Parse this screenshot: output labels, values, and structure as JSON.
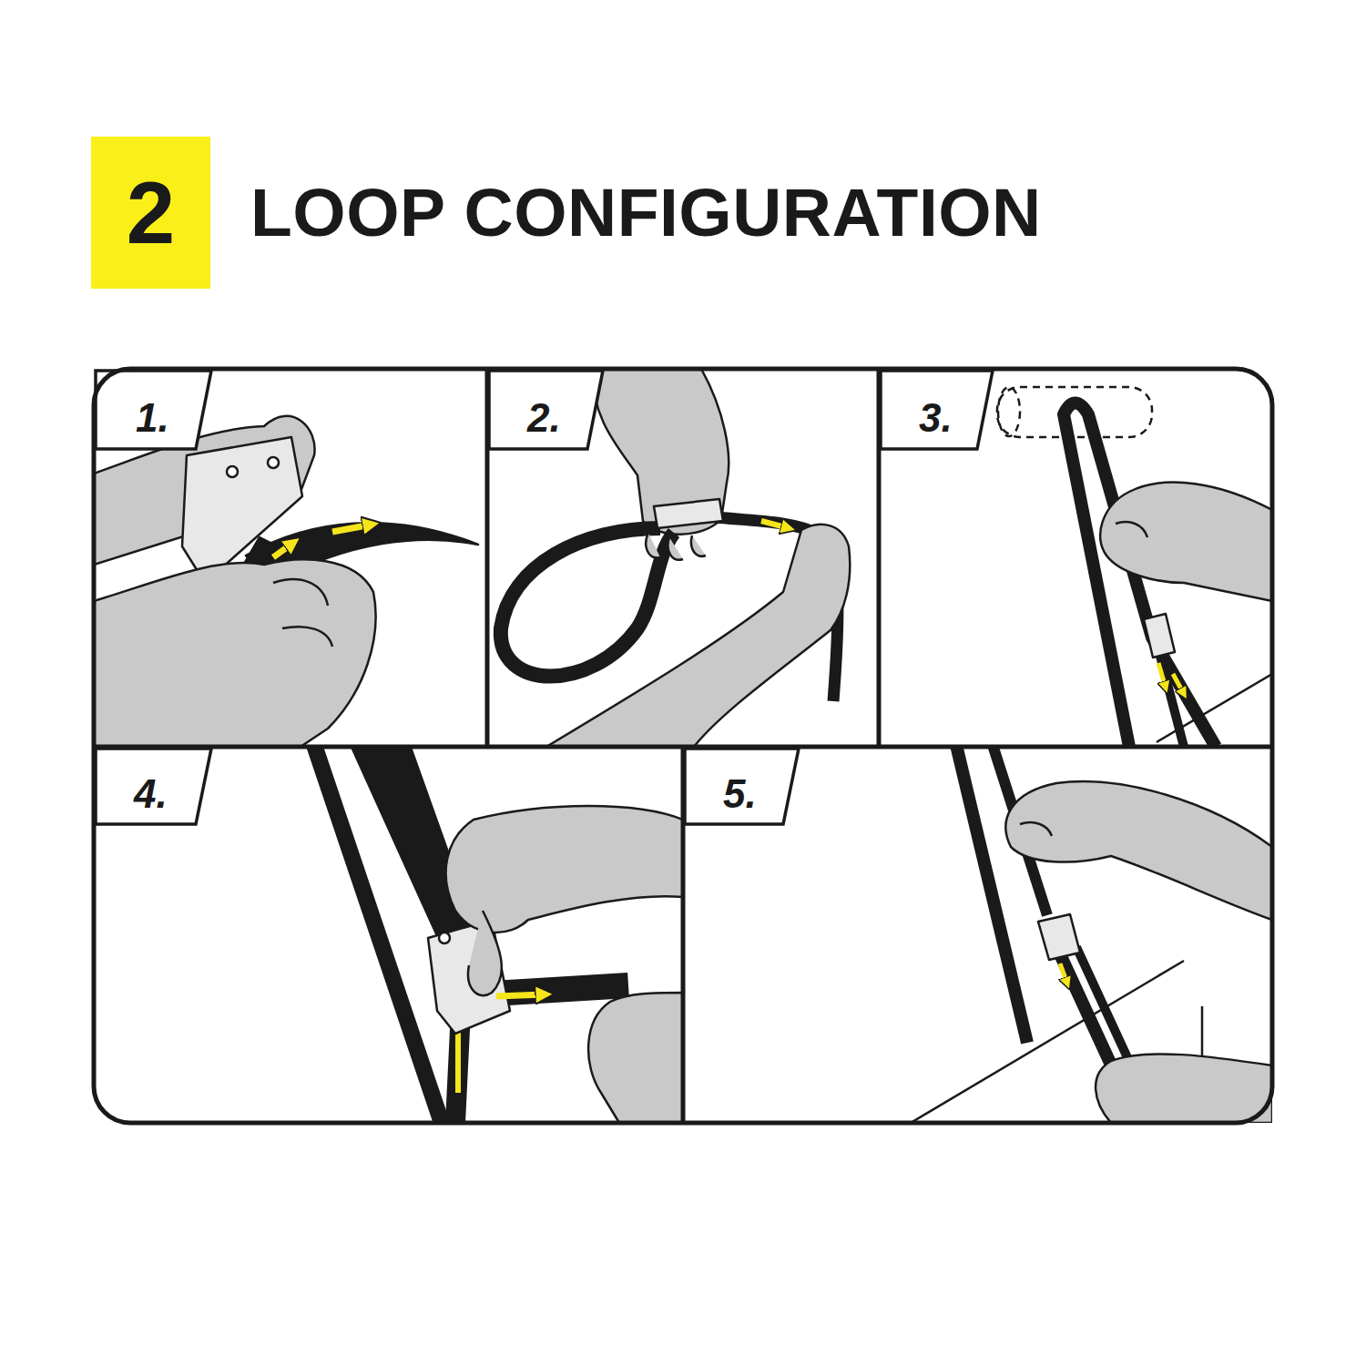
{
  "diagram": {
    "title": "LOOP CONFIGURATION",
    "nodes": [
      {
        "text": [
          "2"
        ]
      },
      {
        "text": [
          "1."
        ]
      },
      {
        "text": [
          "2."
        ]
      },
      {
        "text": [
          "3."
        ]
      },
      {
        "text": [
          "4."
        ]
      },
      {
        "text": [
          "5."
        ]
      }
    ]
  }
}
